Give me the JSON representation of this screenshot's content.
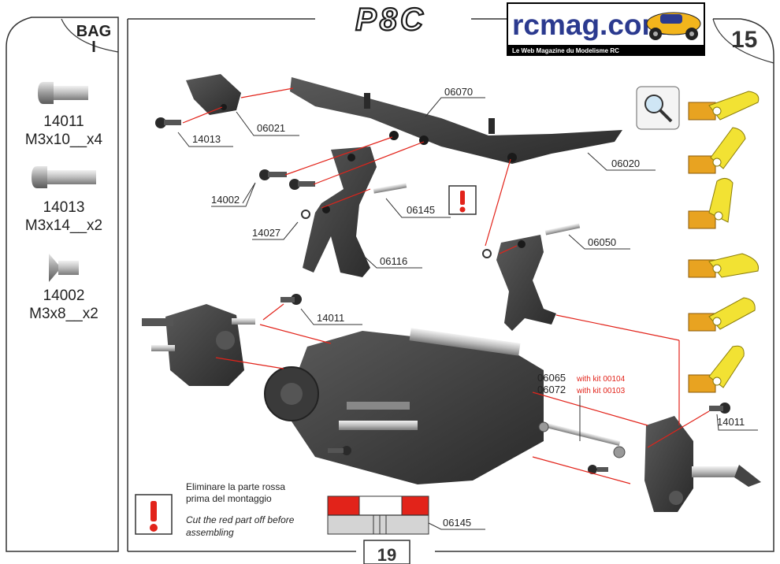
{
  "header": {
    "logo_text": "P8C",
    "site_brand": "rcmag.com",
    "site_tagline": "Le Web Magazine du Modelisme RC",
    "step_number": "15",
    "page_number": "19"
  },
  "bag": {
    "label_line1": "BAG",
    "label_line2": "I",
    "parts": [
      {
        "code": "14011",
        "spec": "M3x10__x4"
      },
      {
        "code": "14013",
        "spec": "M3x14__x2"
      },
      {
        "code": "14002",
        "spec": "M3x8__x2"
      }
    ]
  },
  "callouts": {
    "p06070": "06070",
    "p14013": "14013",
    "p06021": "06021",
    "p06020": "06020",
    "p14002": "14002",
    "p06145_top": "06145",
    "p14027": "14027",
    "p06116": "06116",
    "p06050": "06050",
    "p14011_left": "14011",
    "p06065": "06065",
    "p06065_kit": "with kit 00104",
    "p06072": "06072",
    "p06072_kit": "with kit 00103",
    "p14011_right": "14011",
    "p06145_bottom": "06145"
  },
  "note": {
    "italian_line1": "Eliminare la parte rossa",
    "italian_line2": "prima del montaggio",
    "english_line1": "Cut the red part off before",
    "english_line2": "assembling"
  },
  "colors": {
    "accent_red": "#e2231a",
    "part_dark": "#3b3b3b",
    "yellow": "#f2e233",
    "orange": "#e8a321",
    "rcmag_blue": "#2b3a8f"
  }
}
